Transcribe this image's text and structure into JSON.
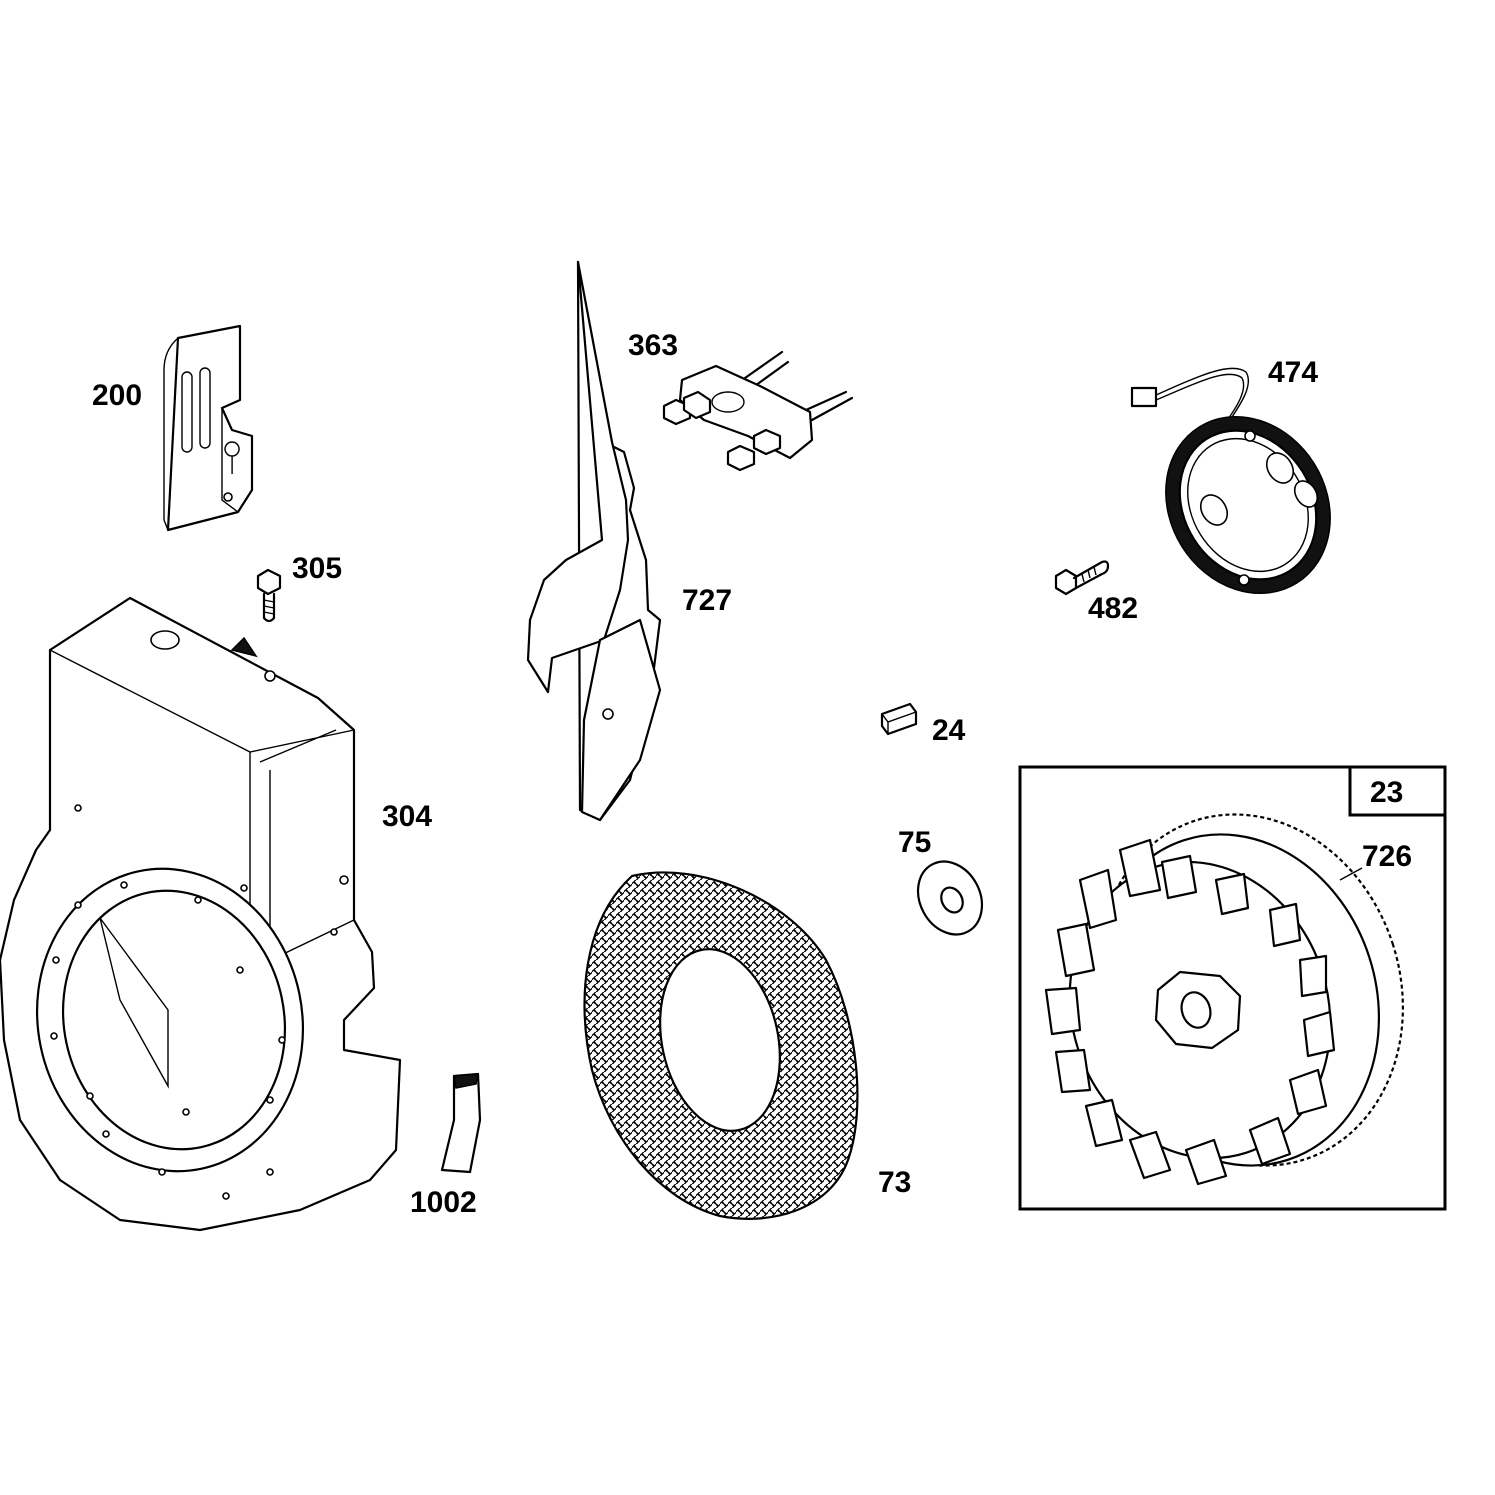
{
  "callouts": {
    "c200": "200",
    "c363": "363",
    "c474": "474",
    "c305": "305",
    "c727": "727",
    "c482": "482",
    "c24": "24",
    "c304": "304",
    "c75": "75",
    "c23": "23",
    "c726": "726",
    "c1002": "1002",
    "c73": "73"
  }
}
